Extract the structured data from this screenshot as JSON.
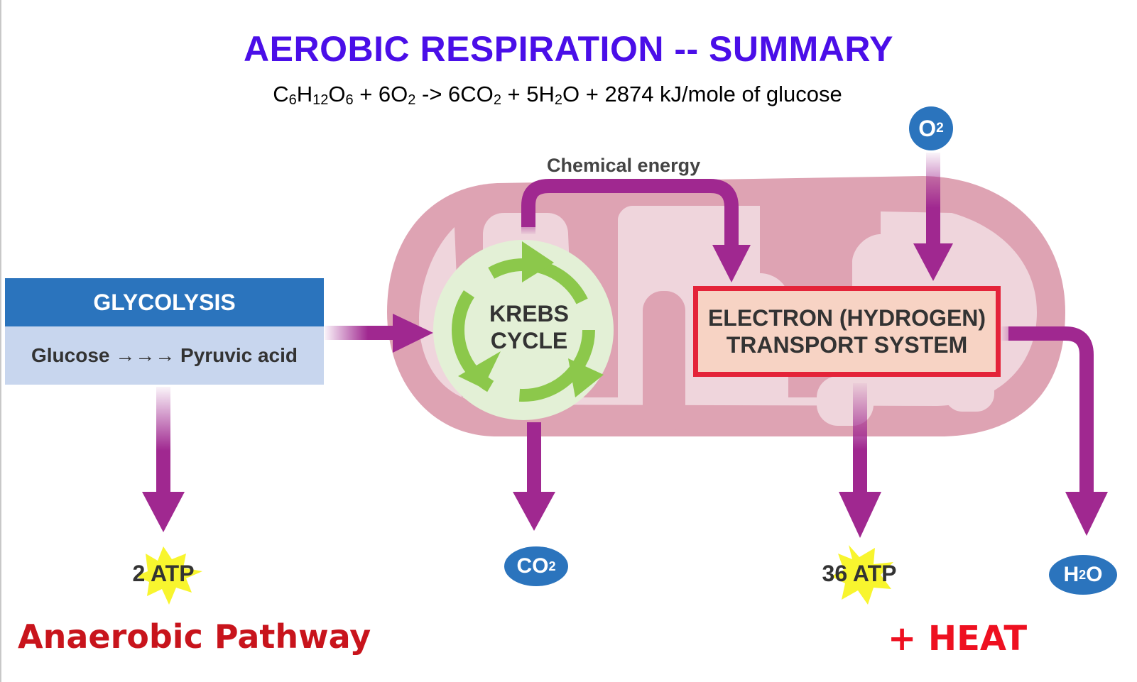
{
  "title": "AEROBIC RESPIRATION  --  SUMMARY",
  "equation": {
    "parts": [
      "C",
      "6",
      "H",
      "12",
      "O",
      "6",
      " + 6O",
      "2",
      " -> 6CO",
      "2",
      " + 5H",
      "2",
      "O + 2874 kJ/mole of glucose"
    ]
  },
  "glycolysis": {
    "header": "GLYCOLYSIS",
    "body": "Glucose →→→ Pyruvic acid"
  },
  "krebs": {
    "line1": "KREBS",
    "line2": "CYCLE"
  },
  "chemical_energy_label": "Chemical energy",
  "etc": {
    "line1": "ELECTRON (HYDROGEN)",
    "line2": "TRANSPORT SYSTEM"
  },
  "molecules": {
    "o2": {
      "base": "O",
      "sub": "2"
    },
    "co2": {
      "base": "CO",
      "sub": "2"
    },
    "h2o": {
      "pre": "H",
      "sub": "2",
      "post": "O"
    }
  },
  "outputs": {
    "atp_glycolysis": "2 ATP",
    "atp_etc": "36 ATP"
  },
  "annotations": {
    "anaerobic": "Anaerobic Pathway",
    "heat": "+ HEAT"
  },
  "colors": {
    "title": "#4a0ee8",
    "arrow": "#a02890",
    "mito_outer": "#dea3b3",
    "mito_inner": "#efd5dc",
    "molecule": "#2b74bd",
    "atp_burst": "#f8f52e",
    "etc_border": "#e42339",
    "krebs_green": "#8cc84b",
    "annotation_red": "#c8141c"
  }
}
